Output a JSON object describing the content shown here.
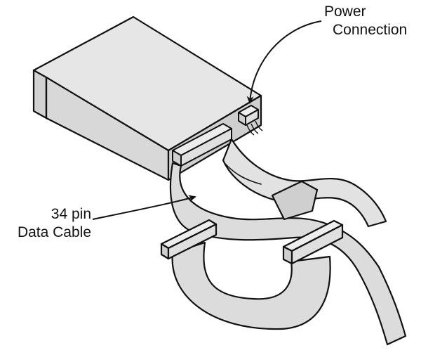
{
  "callouts": {
    "power_connection": {
      "line1": "Power",
      "line2": "Connection"
    },
    "data_cable": {
      "line1": "34 pin",
      "line2": "Data Cable"
    }
  },
  "colors": {
    "ink": "#111111",
    "ribbon_fill": "#dcdcdc",
    "drive_fill": "#e6e6e6",
    "drive_face_shade": "#cfcfcf",
    "background": "#ffffff"
  }
}
